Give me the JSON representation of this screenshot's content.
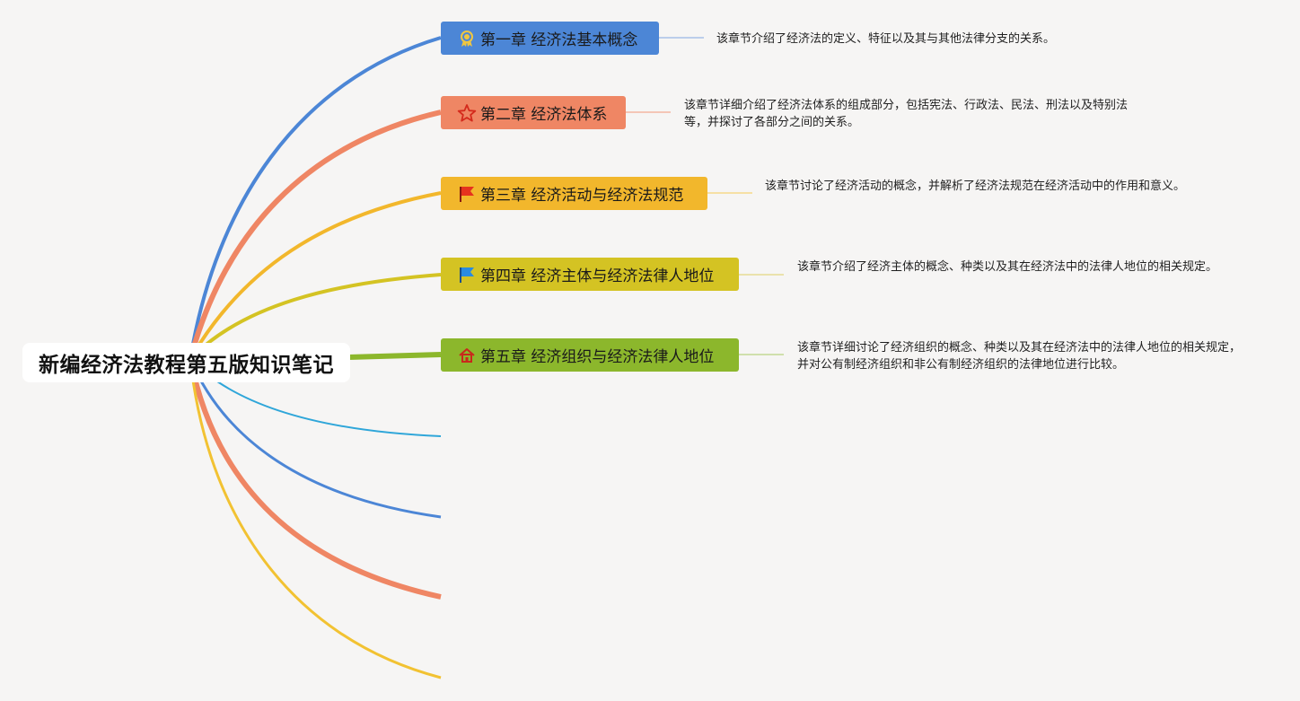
{
  "root": {
    "title": "新编经济法教程第五版知识笔记"
  },
  "branches": [
    {
      "label": "第一章 经济法基本概念",
      "icon": "award-ribbon-icon",
      "color": "#4c86d6",
      "desc": "该章节介绍了经济法的定义、特征以及其与其他法律分支的关系。"
    },
    {
      "label": "第二章 经济法体系",
      "icon": "star-icon",
      "color": "#ef8664",
      "desc": "该章节详细介绍了经济法体系的组成部分，包括宪法、行政法、民法、刑法以及特别法等，并探讨了各部分之间的关系。"
    },
    {
      "label": "第三章 经济活动与经济法规范",
      "icon": "red-flag-icon",
      "color": "#f2b72c",
      "desc": "该章节讨论了经济活动的概念，并解析了经济法规范在经济活动中的作用和意义。"
    },
    {
      "label": "第四章 经济主体与经济法律人地位",
      "icon": "blue-flag-icon",
      "color": "#d4c323",
      "desc": "该章节介绍了经济主体的概念、种类以及其在经济法中的法律人地位的相关规定。"
    },
    {
      "label": "第五章 经济组织与经济法律人地位",
      "icon": "house-icon",
      "color": "#8cb72c",
      "desc": "该章节详细讨论了经济组织的概念、种类以及其在经济法中的法律人地位的相关规定，并对公有制经济组织和非公有制经济组织的法律地位进行比较。"
    }
  ],
  "empty_branch_colors": [
    "#2fa6d9",
    "#4c86d6",
    "#ef8664",
    "#f2c232"
  ]
}
